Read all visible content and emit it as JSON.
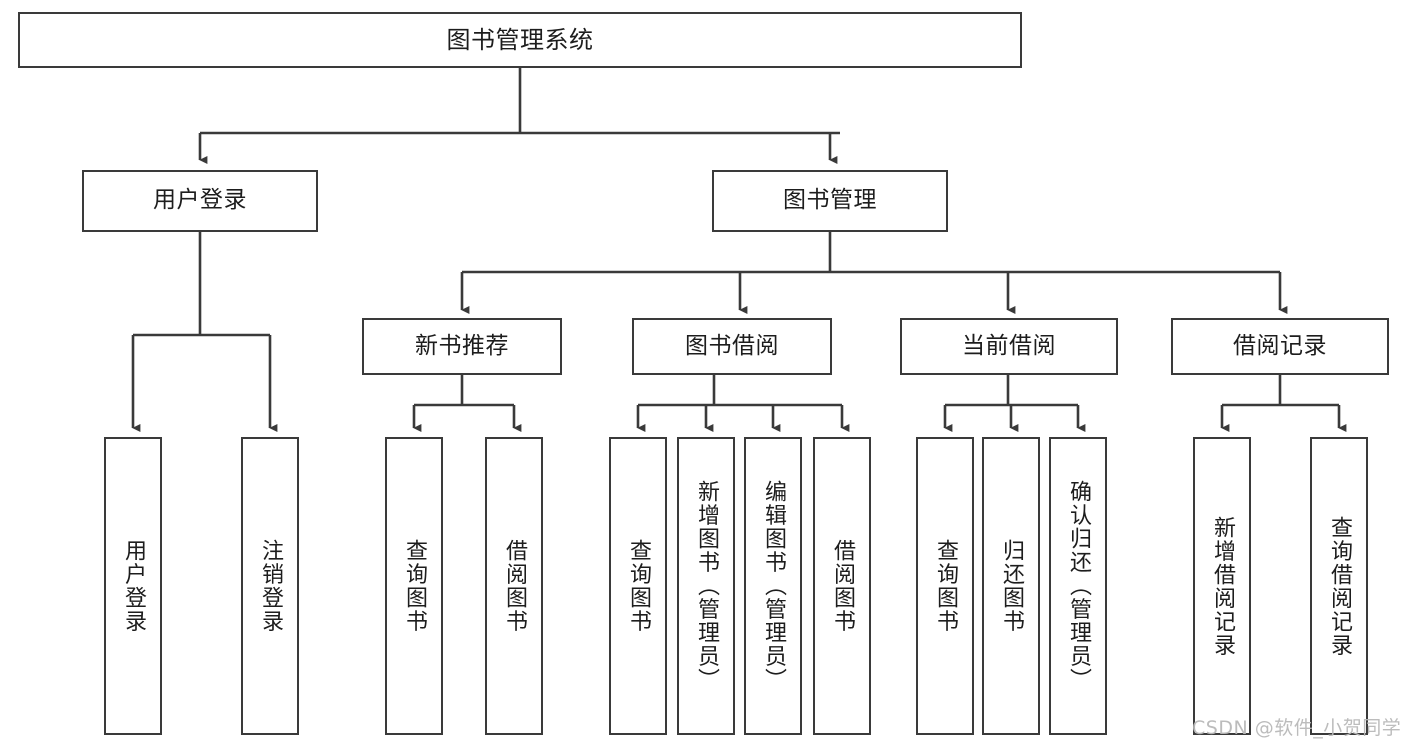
{
  "diagram": {
    "title": "图书管理系统",
    "type": "tree-hierarchy-diagram",
    "root": {
      "label": "图书管理系统"
    },
    "level2": [
      {
        "label": "用户登录"
      },
      {
        "label": "图书管理"
      }
    ],
    "level3": [
      {
        "label": "新书推荐"
      },
      {
        "label": "图书借阅"
      },
      {
        "label": "当前借阅"
      },
      {
        "label": "借阅记录"
      }
    ],
    "leaves": {
      "user_login": [
        {
          "label": "用户登录"
        },
        {
          "label": "注销登录"
        }
      ],
      "new_book": [
        {
          "label": "查询图书"
        },
        {
          "label": "借阅图书"
        }
      ],
      "book_borrow": [
        {
          "label": "查询图书"
        },
        {
          "label": "新增图书（管理员）"
        },
        {
          "label": "编辑图书（管理员）"
        },
        {
          "label": "借阅图书"
        }
      ],
      "current_borrow": [
        {
          "label": "查询图书"
        },
        {
          "label": "归还图书"
        },
        {
          "label": "确认归还（管理员）"
        }
      ],
      "borrow_record": [
        {
          "label": "新增借阅记录"
        },
        {
          "label": "查询借阅记录"
        }
      ]
    }
  },
  "watermark": {
    "text": "CSDN @软件_小贺同学"
  },
  "colors": {
    "stroke": "#3a3a3a",
    "fill": "#ffffff",
    "text": "#1d1d1d",
    "watermark": "#b9b9b9"
  }
}
